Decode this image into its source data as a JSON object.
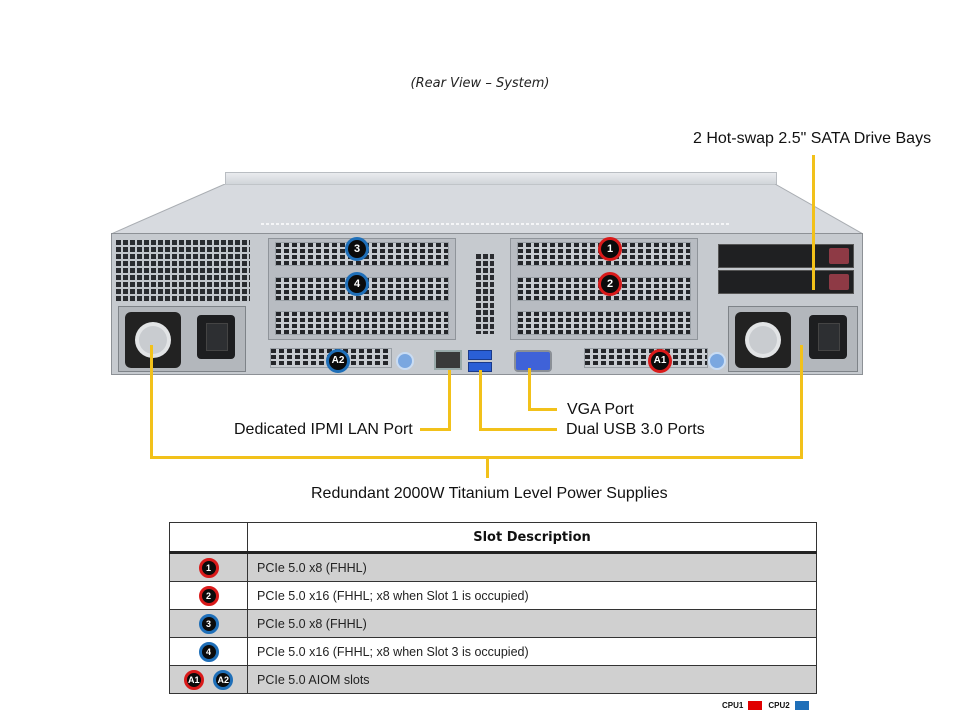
{
  "caption": "(Rear View – System)",
  "callouts": {
    "drive_bays": "2 Hot-swap 2.5\" SATA Drive Bays",
    "vga": "VGA Port",
    "ipmi": "Dedicated IPMI  LAN Port",
    "usb": "Dual USB 3.0 Ports",
    "psu": "Redundant  2000W Titanium Level Power Supplies"
  },
  "chassis_badges": {
    "slot1": "1",
    "slot2": "2",
    "slot3": "3",
    "slot4": "4",
    "aiom1": "A1",
    "aiom2": "A2"
  },
  "table": {
    "header": "Slot Description",
    "rows": [
      {
        "badges": [
          "1"
        ],
        "cpu": [
          "cpu1"
        ],
        "description": "PCIe 5.0 x8 (FHHL)"
      },
      {
        "badges": [
          "2"
        ],
        "cpu": [
          "cpu1"
        ],
        "description": "PCIe 5.0 x16 (FHHL;  x8 when  Slot 1 is occupied)"
      },
      {
        "badges": [
          "3"
        ],
        "cpu": [
          "cpu2"
        ],
        "description": "PCIe 5.0 x8 (FHHL)"
      },
      {
        "badges": [
          "4"
        ],
        "cpu": [
          "cpu2"
        ],
        "description": "PCIe 5.0 x16 (FHHL;  x8 when  Slot 3 is occupied)"
      },
      {
        "badges": [
          "A1",
          "A2"
        ],
        "cpu": [
          "cpu1",
          "cpu2"
        ],
        "description": "PCIe 5.0 AIOM  slots"
      }
    ]
  },
  "legend": {
    "cpu1_label": "CPU1",
    "cpu1_color": "#e00000",
    "cpu2_label": "CPU2",
    "cpu2_color": "#1f6fb8"
  },
  "colors": {
    "leader": "#f2c11a",
    "cpu1_ring": "#d91a1a",
    "cpu2_ring": "#1f6fb8"
  }
}
